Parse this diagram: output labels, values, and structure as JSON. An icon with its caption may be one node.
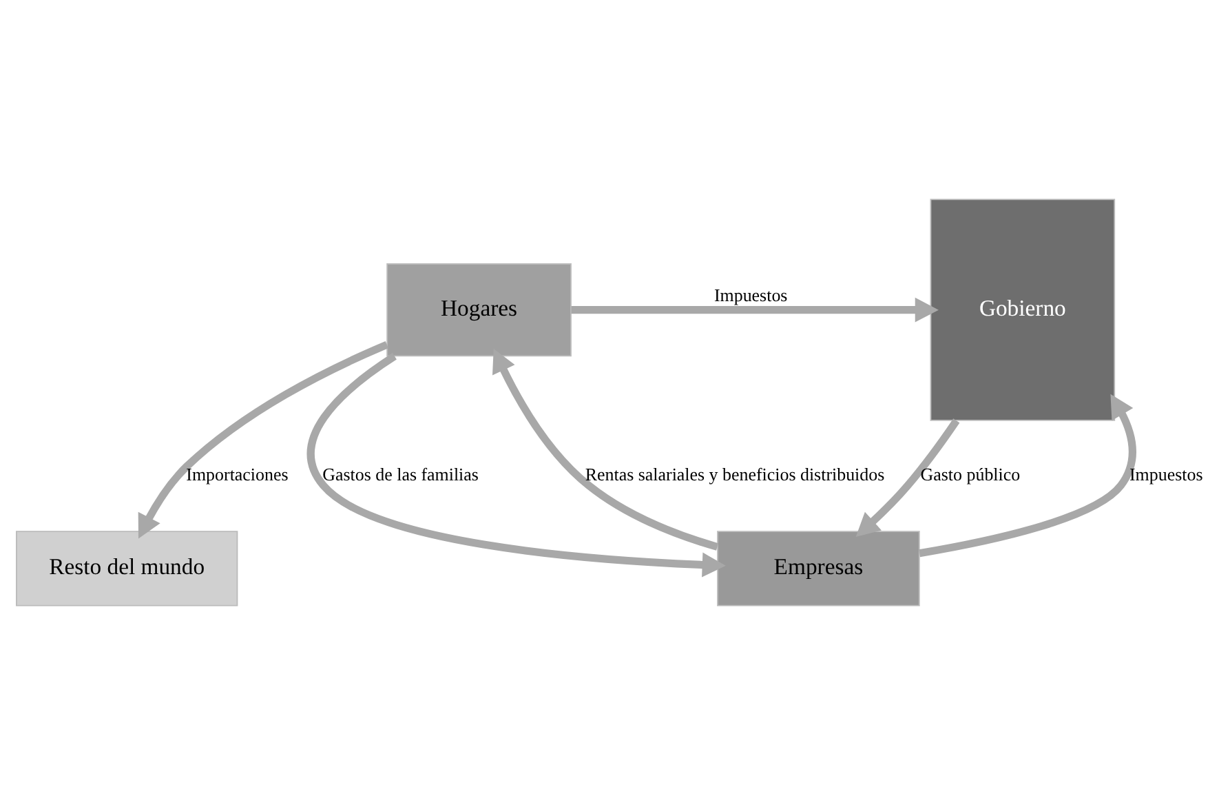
{
  "diagram": {
    "nodes": [
      {
        "text": [
          "Resto del mundo"
        ]
      },
      {
        "text": [
          "Gobierno"
        ]
      },
      {
        "text": [
          "Hogares"
        ]
      },
      {
        "text": [
          "Empresas"
        ]
      }
    ],
    "edges": [
      {
        "from": 2,
        "to": 0,
        "arrow": "to",
        "label": "Importaciones"
      },
      {
        "from": 2,
        "to": 1,
        "arrow": "to",
        "label": "Impuestos"
      },
      {
        "from": 2,
        "to": 3,
        "arrow": "to",
        "label": "Gastos de las familias"
      },
      {
        "from": 3,
        "to": 1,
        "arrow": "to",
        "label": "Impuestos"
      },
      {
        "from": 1,
        "to": 3,
        "arrow": "to",
        "label": "Gasto público"
      },
      {
        "from": 3,
        "to": 2,
        "arrow": "to",
        "label": "Rentas salariales y beneficios distribuidos"
      }
    ]
  }
}
